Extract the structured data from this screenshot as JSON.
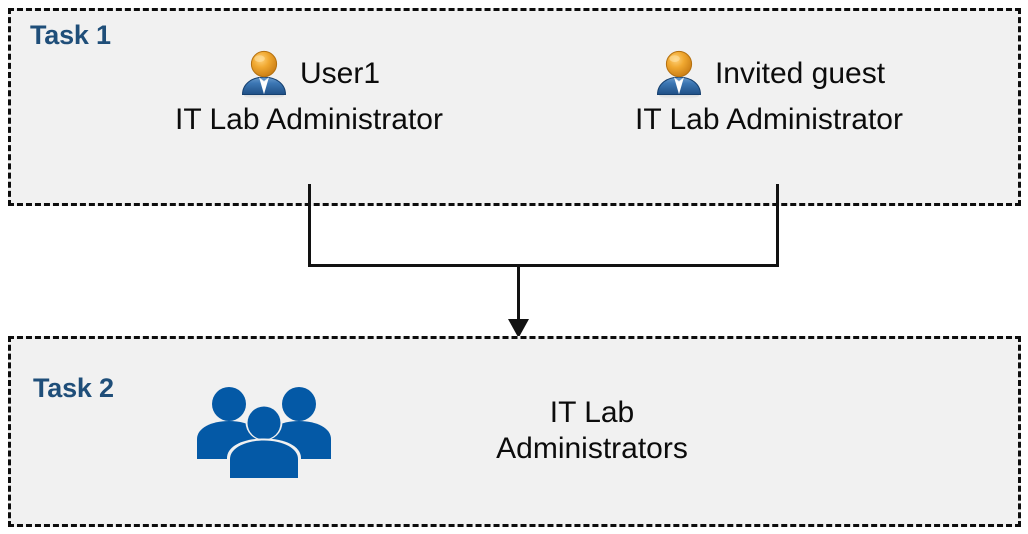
{
  "diagram": {
    "background_color": "#ffffff",
    "box_fill_color": "#f1f1f1",
    "box_border_color": "#0d0d0d",
    "label_color": "#1f4e79",
    "text_color": "#0c0c0c",
    "group_icon_color": "#0459a6",
    "connector_color": "#121212"
  },
  "task1": {
    "label": "Task 1",
    "people": [
      {
        "icon": "user-icon",
        "name": "User1",
        "role": "IT Lab Administrator"
      },
      {
        "icon": "user-icon",
        "name": "Invited guest",
        "role": "IT Lab Administrator"
      }
    ]
  },
  "task2": {
    "label": "Task 2",
    "group": {
      "icon": "group-of-people-icon",
      "name_line1": "IT Lab",
      "name_line2": "Administrators"
    }
  },
  "connector": {
    "type": "merge-arrow",
    "from": [
      "User1",
      "Invited guest"
    ],
    "to": "IT Lab Administrators",
    "arrow_head": "down-arrow-icon"
  }
}
